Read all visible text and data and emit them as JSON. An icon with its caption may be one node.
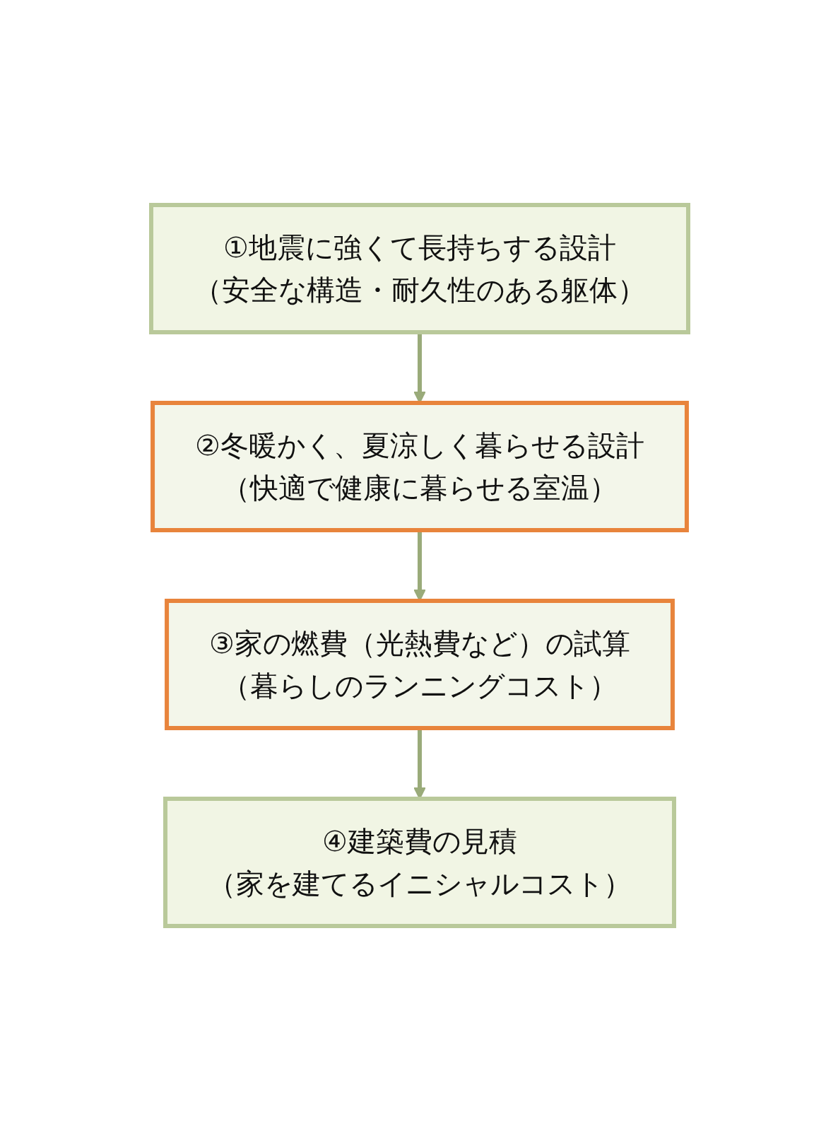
{
  "diagram": {
    "nodes": [
      {
        "text": [
          "①地震に強くて長持ちする設計",
          "（安全な構造・耐久性のある躯体）"
        ]
      },
      {
        "text": [
          "②冬暖かく、夏涼しく暮らせる設計",
          "（快適で健康に暮らせる室温）"
        ]
      },
      {
        "text": [
          "③家の燃費（光熱費など）の試算",
          "（暮らしのランニングコスト）"
        ]
      },
      {
        "text": [
          "④建築費の見積",
          "（家を建てるイニシャルコスト）"
        ]
      }
    ],
    "edges": [
      {
        "from": 0,
        "to": 1,
        "arrow": "to"
      },
      {
        "from": 1,
        "to": 2,
        "arrow": "to"
      },
      {
        "from": 2,
        "to": 3,
        "arrow": "to"
      }
    ]
  }
}
